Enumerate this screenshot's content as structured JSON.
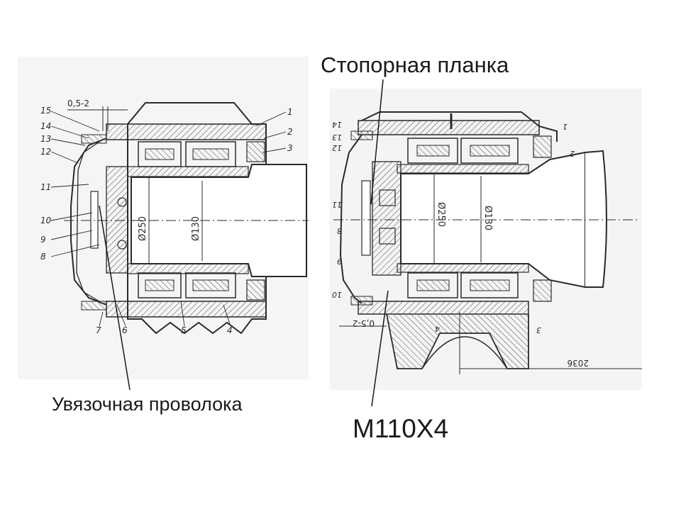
{
  "captions": {
    "locking_plate": "Стопорная планка",
    "binding_wire": "Увязочная проволока",
    "thread": "М110Х4"
  },
  "left_drawing": {
    "callouts": [
      "15",
      "14",
      "13",
      "12",
      "11",
      "10",
      "9",
      "8",
      "7",
      "6",
      "5",
      "4",
      "3",
      "2",
      "1"
    ],
    "gap_dim": "0,5-2",
    "dia_outer": "Ø250",
    "dia_inner": "Ø130"
  },
  "right_drawing": {
    "callouts": [
      "14",
      "13",
      "12",
      "11",
      "8",
      "9",
      "10",
      "1",
      "2",
      "3",
      "4"
    ],
    "gap_dim": "0,5-2",
    "dia_outer": "Ø250",
    "dia_inner": "Ø130",
    "length_dim": "2036"
  },
  "colors": {
    "ink": "#2a2a2a",
    "hatch": "#555555",
    "paper": "#ffffff",
    "scan_tint": "#f4f4f4"
  }
}
